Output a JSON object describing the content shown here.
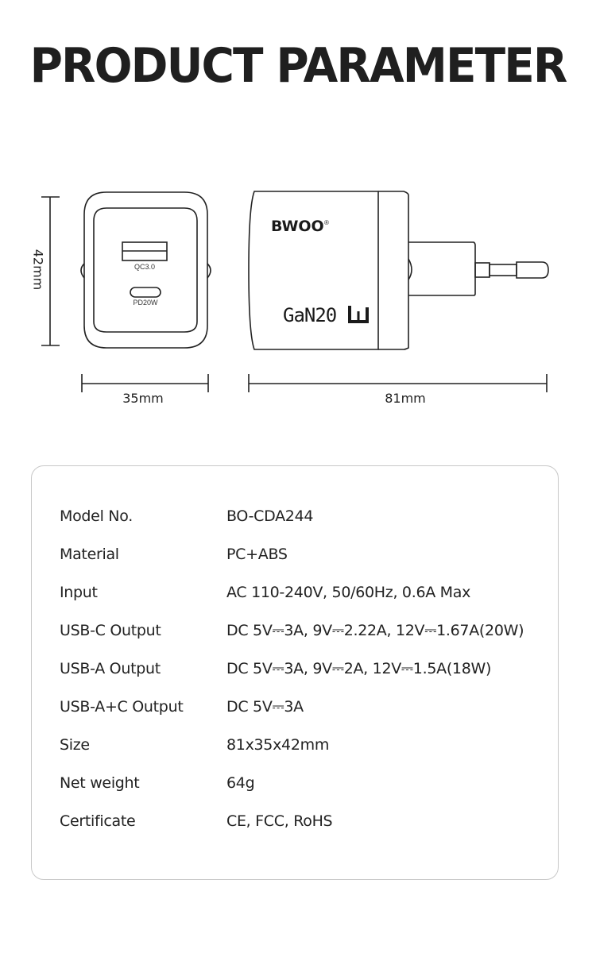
{
  "header": {
    "title": "PRODUCT PARAMETER"
  },
  "diagram": {
    "front_view": {
      "usb_a_port_label": "QC3.0",
      "usb_c_port_label": "PD20W",
      "height_label": "42mm",
      "width_label": "35mm"
    },
    "side_view": {
      "brand": "BWOO",
      "brand_mark": "®",
      "gan_label": "GaN 20W",
      "length_label": "81mm"
    }
  },
  "specs": {
    "rows": [
      {
        "label": "Model No.",
        "value": "BO-CDA244"
      },
      {
        "label": "Material",
        "value": "PC+ABS"
      },
      {
        "label": "Input",
        "value": "AC 110-240V, 50/60Hz, 0.6A Max"
      },
      {
        "label": "USB-C Output",
        "value": "DC 5V⎓3A, 9V⎓2.22A, 12V⎓1.67A(20W)"
      },
      {
        "label": "USB-A Output",
        "value": "DC 5V⎓3A, 9V⎓2A, 12V⎓1.5A(18W)"
      },
      {
        "label": "USB-A+C Output",
        "value": "DC 5V⎓3A"
      },
      {
        "label": "Size",
        "value": "81x35x42mm"
      },
      {
        "label": "Net weight",
        "value": "64g"
      },
      {
        "label": "Certificate",
        "value": "CE, FCC, RoHS"
      }
    ]
  }
}
